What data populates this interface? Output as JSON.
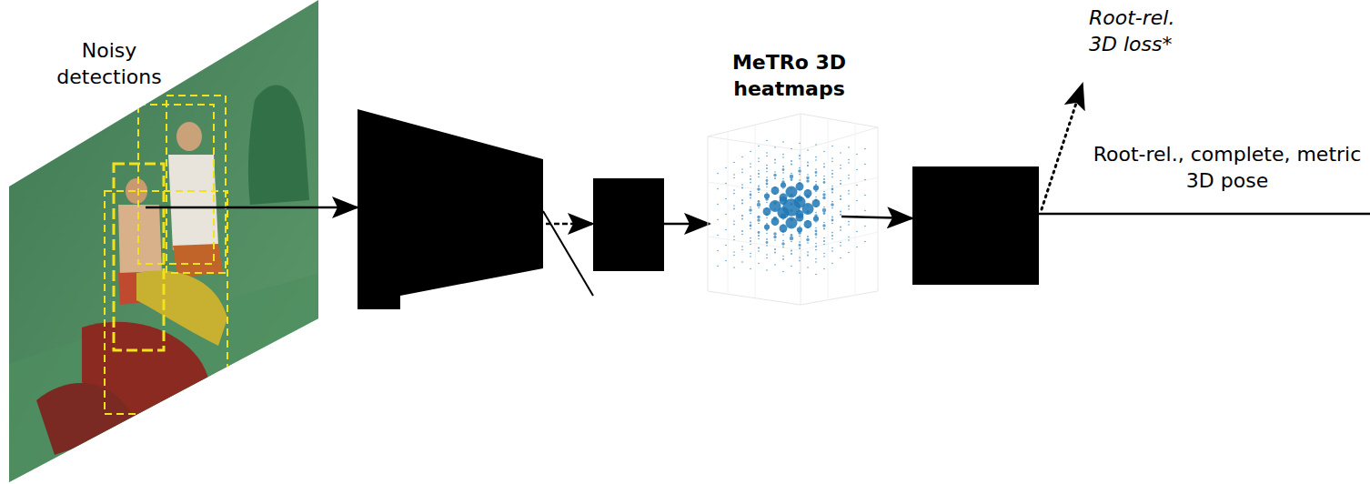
{
  "diagram": {
    "nodes": [
      {
        "text": [
          "Noisy detections"
        ]
      },
      {
        "text": [
          "MeTRo 3D heatmaps"
        ]
      }
    ],
    "labels": [
      "Root-rel. 3D loss*",
      "Root-rel., complete, metric 3D pose"
    ]
  }
}
